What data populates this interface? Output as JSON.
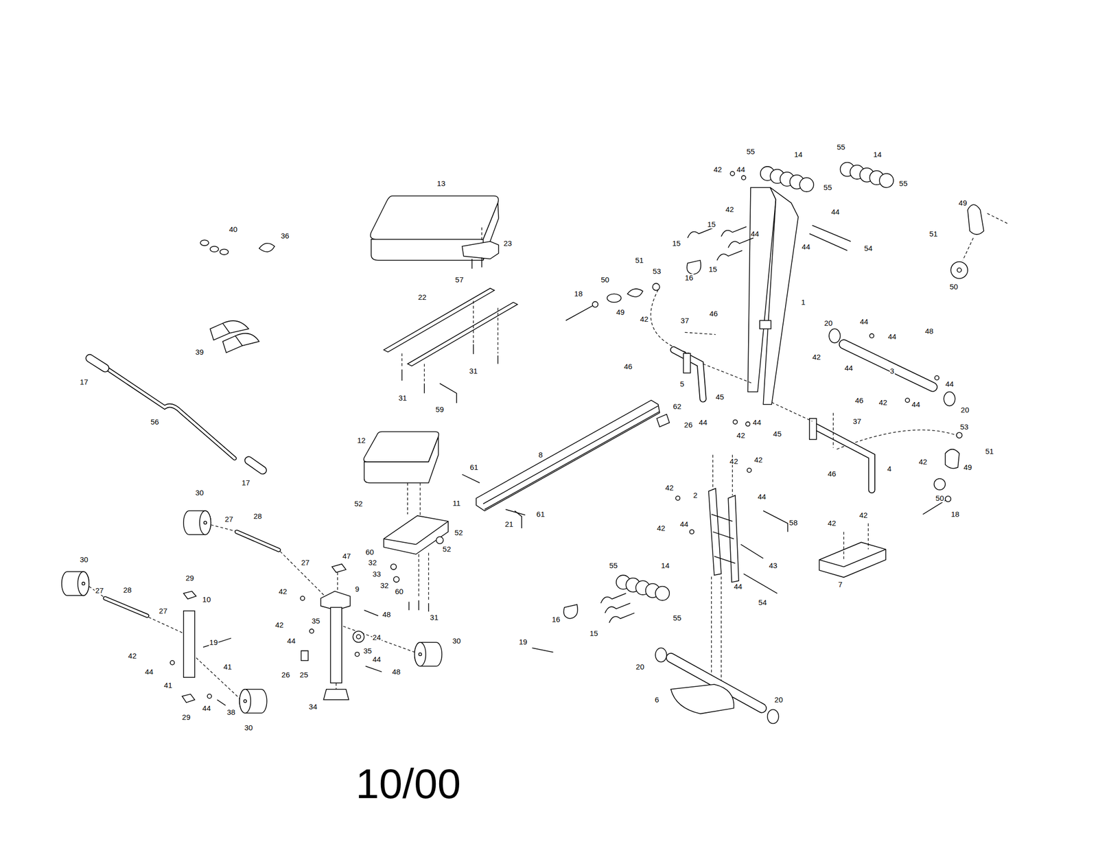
{
  "diagram": {
    "labels": [
      "55",
      "14",
      "55",
      "14",
      "42",
      "44",
      "55",
      "55",
      "42",
      "44",
      "44",
      "44",
      "54",
      "15",
      "15",
      "15",
      "16",
      "1",
      "49",
      "51",
      "50",
      "51",
      "53",
      "50",
      "18",
      "49",
      "42",
      "37",
      "46",
      "46",
      "5",
      "20",
      "44",
      "48",
      "44",
      "42",
      "44",
      "3",
      "44",
      "42",
      "44",
      "20",
      "45",
      "44",
      "44",
      "42",
      "45",
      "46",
      "37",
      "62",
      "26",
      "8",
      "61",
      "61",
      "21",
      "46",
      "4",
      "53",
      "51",
      "42",
      "49",
      "50",
      "18",
      "42",
      "42",
      "44",
      "42",
      "2",
      "42",
      "44",
      "58",
      "42",
      "42",
      "43",
      "7",
      "44",
      "54",
      "55",
      "14",
      "15",
      "55",
      "16",
      "19",
      "20",
      "20",
      "6",
      "13",
      "23",
      "57",
      "22",
      "31",
      "31",
      "59",
      "12",
      "11",
      "52",
      "52",
      "52",
      "60",
      "32",
      "33",
      "32",
      "60",
      "31",
      "47",
      "9",
      "42",
      "48",
      "35",
      "42",
      "44",
      "24",
      "35",
      "44",
      "48",
      "26",
      "25",
      "34",
      "30",
      "27",
      "28",
      "30",
      "27",
      "40",
      "36",
      "39",
      "17",
      "56",
      "17",
      "30",
      "27",
      "28",
      "27",
      "29",
      "10",
      "19",
      "42",
      "44",
      "41",
      "41",
      "29",
      "44",
      "38",
      "30",
      "10/00"
    ]
  }
}
